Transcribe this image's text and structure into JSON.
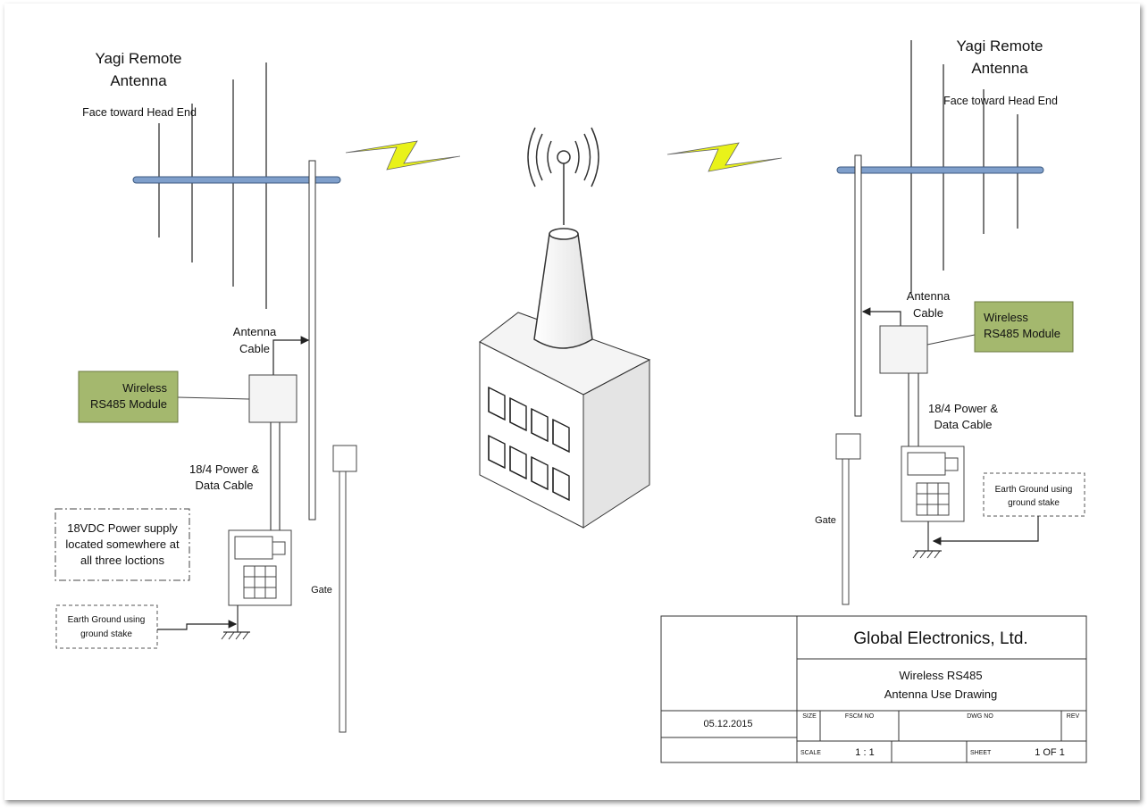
{
  "left_site": {
    "antenna_title_line1": "Yagi Remote",
    "antenna_title_line2": "Antenna",
    "face_note": "Face toward Head End",
    "antenna_cable_line1": "Antenna",
    "antenna_cable_line2": "Cable",
    "module_line1": "Wireless",
    "module_line2": "RS485 Module",
    "power_cable_line1": "18/4 Power &",
    "power_cable_line2": "Data Cable",
    "power_supply_line1": "18VDC Power supply",
    "power_supply_line2": "located somewhere at",
    "power_supply_line3": "all three loctions",
    "ground_line1": "Earth Ground using",
    "ground_line2": "ground stake",
    "gate_label": "Gate"
  },
  "right_site": {
    "antenna_title_line1": "Yagi Remote",
    "antenna_title_line2": "Antenna",
    "face_note": "Face toward Head End",
    "antenna_cable_line1": "Antenna",
    "antenna_cable_line2": "Cable",
    "module_line1": "Wireless",
    "module_line2": "RS485 Module",
    "power_cable_line1": "18/4 Power &",
    "power_cable_line2": "Data Cable",
    "ground_line1": "Earth Ground using",
    "ground_line2": "ground stake",
    "gate_label": "Gate"
  },
  "title_block": {
    "company": "Global Electronics, Ltd.",
    "title_line1": "Wireless RS485",
    "title_line2": "Antenna Use Drawing",
    "date": "05.12.2015",
    "size_label": "SIZE",
    "fscm_label": "FSCM NO",
    "dwg_label": "DWG NO",
    "rev_label": "REV",
    "scale_label": "SCALE",
    "scale_value": "1 : 1",
    "sheet_label": "SHEET",
    "sheet_value": "1 OF 1"
  },
  "colors": {
    "boom": "#7f9fcb",
    "module_fill": "#a4b86e",
    "lightning": "#e9f21a",
    "building_front": "#ffffff",
    "building_side": "#e6e6e6"
  }
}
